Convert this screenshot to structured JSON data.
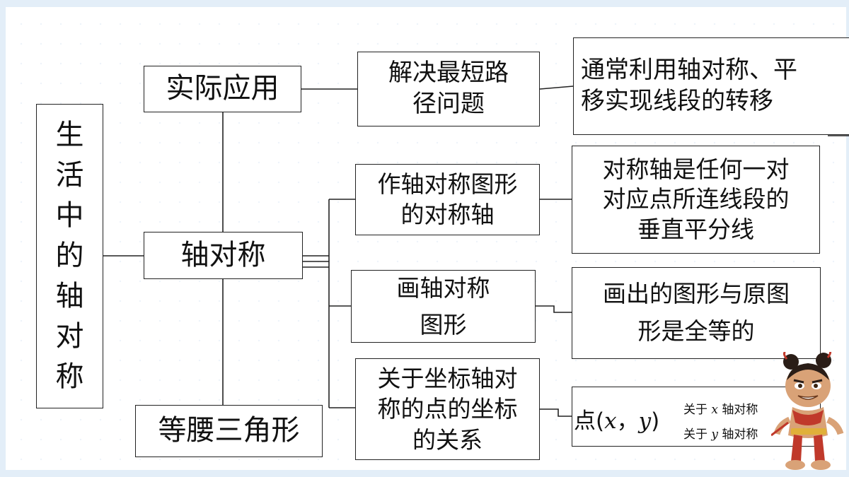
{
  "root": {
    "label": "生活中的轴对称",
    "chars": [
      "生",
      "活",
      "中",
      "的",
      "轴",
      "对",
      "称"
    ]
  },
  "branches": {
    "application": "实际应用",
    "axial": "轴对称",
    "isosceles": "等腰三角形"
  },
  "application_detail": {
    "topic": [
      "解决最短路",
      "径问题"
    ],
    "note": [
      "通常利用轴对称、平",
      "移实现线段的转移"
    ]
  },
  "axial_items": [
    {
      "topic": [
        "作轴对称图形",
        "的对称轴"
      ],
      "note": [
        "对称轴是任何一对",
        "对应点所连线段的",
        "垂直平分线"
      ]
    },
    {
      "topic": [
        "画轴对称",
        "图形"
      ],
      "note": [
        "画出的图形与原图",
        "形是全等的"
      ]
    },
    {
      "topic": [
        "关于坐标轴对",
        "称的点的坐标",
        "的关系"
      ]
    }
  ],
  "formula": {
    "point_prefix": "点(",
    "x": "x",
    "sep": "，",
    "y": "y",
    "point_suffix": ")",
    "upper_pre": "关于 ",
    "upper_var": "x",
    "upper_post": " 轴对称",
    "lower_pre": "关于 ",
    "lower_var": "y",
    "lower_post": " 轴对称"
  },
  "colors": {
    "border": "#222222",
    "frame": "#e3eef8",
    "text": "#111111"
  }
}
